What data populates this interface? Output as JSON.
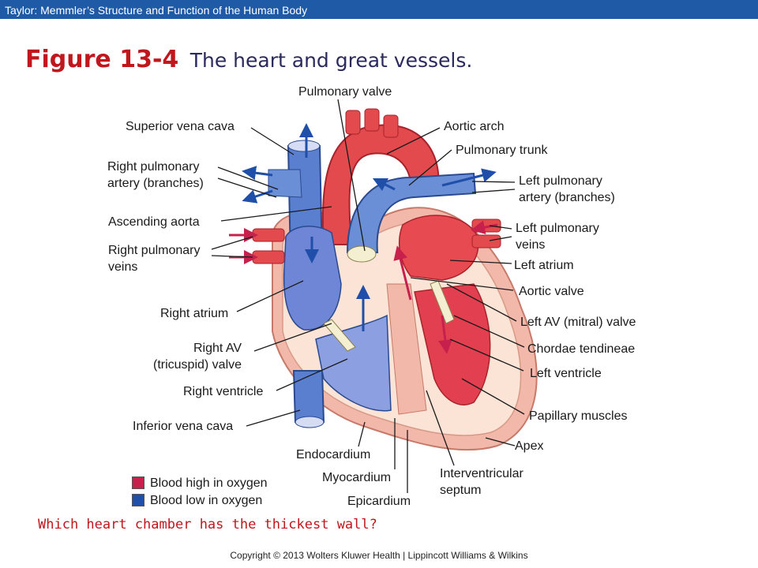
{
  "header": {
    "text": "Taylor: Memmler’s Structure and Function of the Human Body"
  },
  "figure": {
    "number": "Figure 13-4",
    "caption": "The heart and great vessels."
  },
  "labels": {
    "pulmonary_valve": "Pulmonary valve",
    "superior_vena_cava": "Superior vena cava",
    "aortic_arch": "Aortic arch",
    "pulmonary_trunk": "Pulmonary trunk",
    "right_pulmonary_artery": "Right pulmonary\nartery (branches)",
    "left_pulmonary_artery": "Left pulmonary\nartery (branches)",
    "ascending_aorta": "Ascending aorta",
    "left_pulmonary_veins": "Left pulmonary\nveins",
    "right_pulmonary_veins": "Right pulmonary\nveins",
    "left_atrium": "Left atrium",
    "aortic_valve": "Aortic valve",
    "right_atrium": "Right atrium",
    "left_av_valve": "Left AV (mitral) valve",
    "right_av_valve": "Right AV\n(tricuspid) valve",
    "chordae_tendineae": "Chordae tendineae",
    "left_ventricle": "Left ventricle",
    "right_ventricle": "Right ventricle",
    "papillary_muscles": "Papillary muscles",
    "inferior_vena_cava": "Inferior vena cava",
    "apex": "Apex",
    "endocardium": "Endocardium",
    "myocardium": "Myocardium",
    "interventricular_septum": "Interventricular\nseptum",
    "epicardium": "Epicardium"
  },
  "legend": {
    "high_oxygen": {
      "label": "Blood high in oxygen",
      "color": "#c8204d"
    },
    "low_oxygen": {
      "label": "Blood low in oxygen",
      "color": "#1f4fa8"
    }
  },
  "question": "Which heart chamber has the thickest wall?",
  "copyright": "Copyright © 2013 Wolters Kluwer Health | Lippincott Williams & Wilkins"
}
